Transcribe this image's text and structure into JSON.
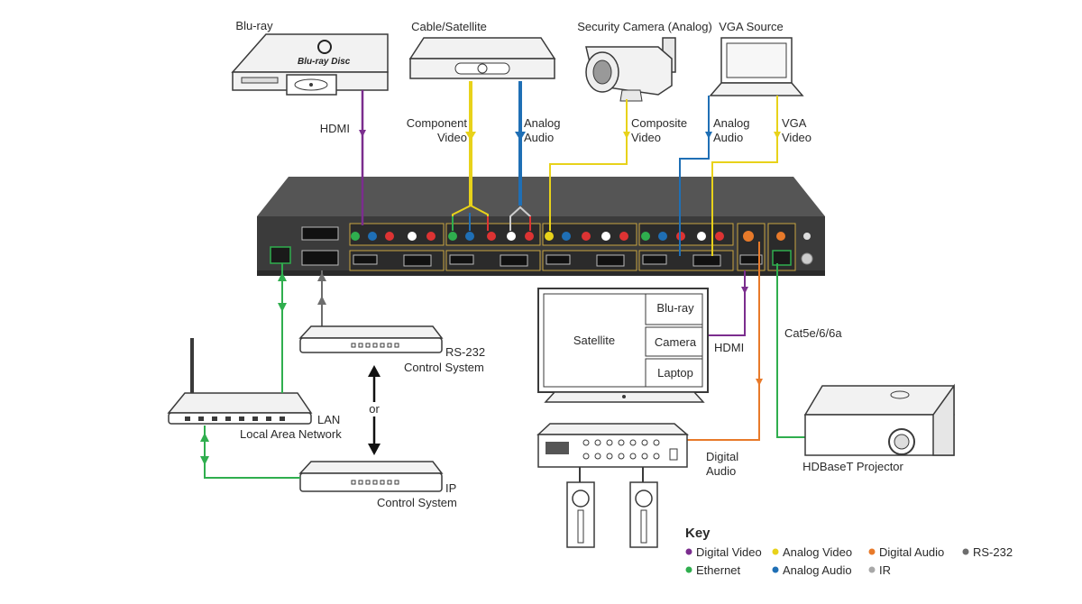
{
  "devices": {
    "bluray": "Blu-ray",
    "bluray_logo": "Blu-ray Disc",
    "cable": "Cable/Satellite",
    "camera": "Security Camera (Analog)",
    "vga": "VGA Source",
    "rs232_line1": "RS-232",
    "rs232_line2": "Control System",
    "or": "or",
    "lan_line1": "LAN",
    "lan_line2": "Local Area Network",
    "ip_line1": "IP",
    "ip_line2": "Control System",
    "projector": "HDBaseT Projector"
  },
  "connections": {
    "hdmi_top": "HDMI",
    "component_1": "Component",
    "component_2": "Video",
    "analog_audio_1a": "Analog",
    "analog_audio_1b": "Audio",
    "composite_1": "Composite",
    "composite_2": "Video",
    "analog_audio_2a": "Analog",
    "analog_audio_2b": "Audio",
    "vga_video_1": "VGA",
    "vga_video_2": "Video",
    "hdmi_out": "HDMI",
    "cat5": "Cat5e/6/6a",
    "digital_audio_1": "Digital",
    "digital_audio_2": "Audio"
  },
  "tv": {
    "main": "Satellite",
    "pip1": "Blu-ray",
    "pip2": "Camera",
    "pip3": "Laptop"
  },
  "key": {
    "title": "Key",
    "items": [
      {
        "label": "Digital Video",
        "color": "#7b2d8e"
      },
      {
        "label": "Analog Video",
        "color": "#e8d21a"
      },
      {
        "label": "Digital Audio",
        "color": "#e87a2a"
      },
      {
        "label": "RS-232",
        "color": "#6d6d6d"
      },
      {
        "label": "Ethernet",
        "color": "#2fae4e"
      },
      {
        "label": "Analog Audio",
        "color": "#1f6fb5"
      },
      {
        "label": "IR",
        "color": "#a8a8a8"
      }
    ]
  },
  "colors": {
    "digital_video": "#7b2d8e",
    "analog_video": "#e8d21a",
    "digital_audio": "#e87a2a",
    "rs232": "#6d6d6d",
    "ethernet": "#2fae4e",
    "analog_audio": "#1f6fb5",
    "chassis": "#3b3b3b"
  }
}
